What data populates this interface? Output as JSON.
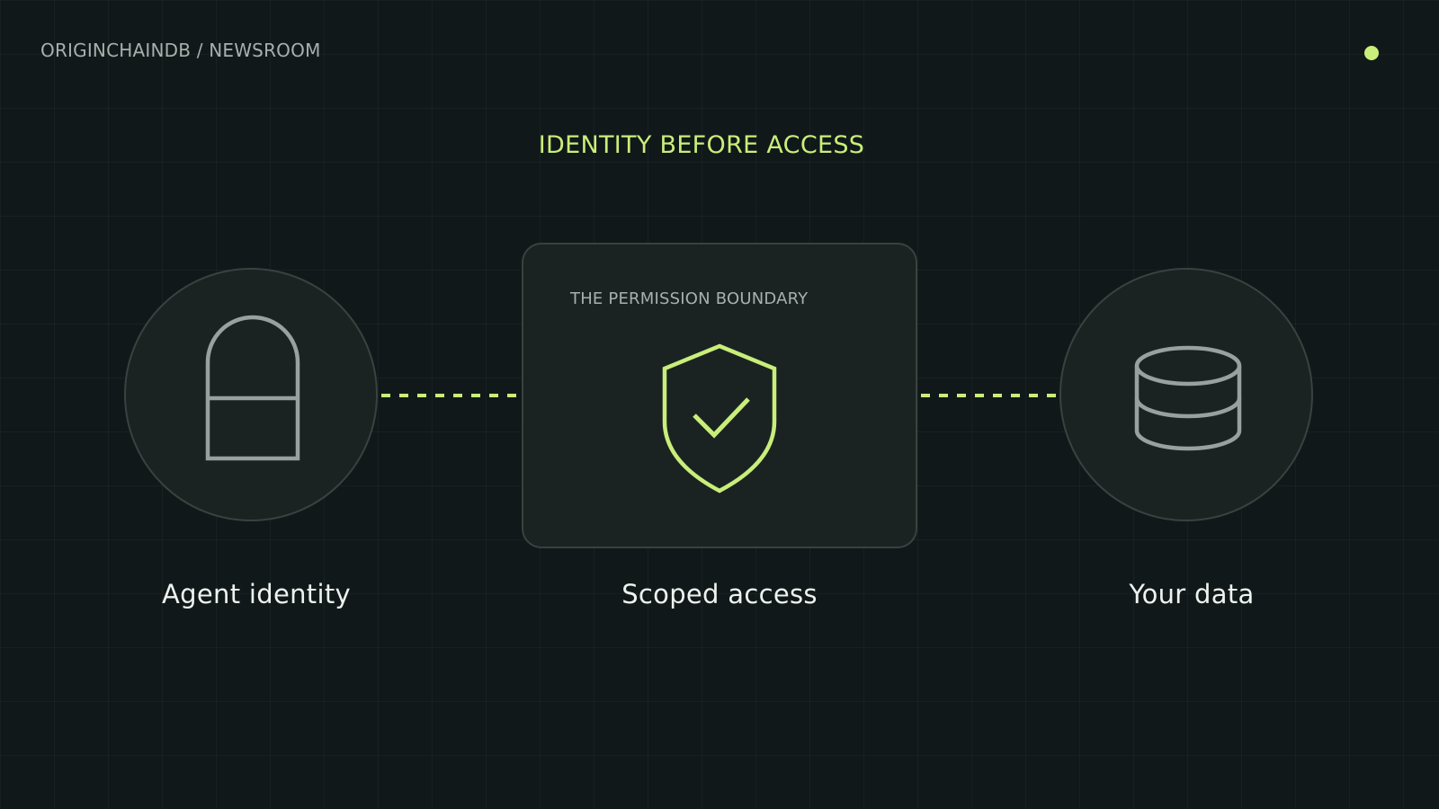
{
  "header": {
    "brand": "ORIGINCHAINDB / NEWSROOM"
  },
  "headline": "IDENTITY BEFORE ACCESS",
  "boundary": {
    "title": "THE PERMISSION BOUNDARY"
  },
  "nodes": [
    {
      "label": "Agent identity",
      "icon": "lock-icon"
    },
    {
      "label": "Scoped access",
      "icon": "shield-check-icon"
    },
    {
      "label": "Your data",
      "icon": "database-icon"
    }
  ],
  "colors": {
    "accent": "#c9ee7a",
    "background": "#111819",
    "card": "#1b2322",
    "border": "#38423f",
    "muted_text": "#a6b0ad",
    "icon_gray": "#97a29f",
    "label_text": "#eef2ef"
  }
}
